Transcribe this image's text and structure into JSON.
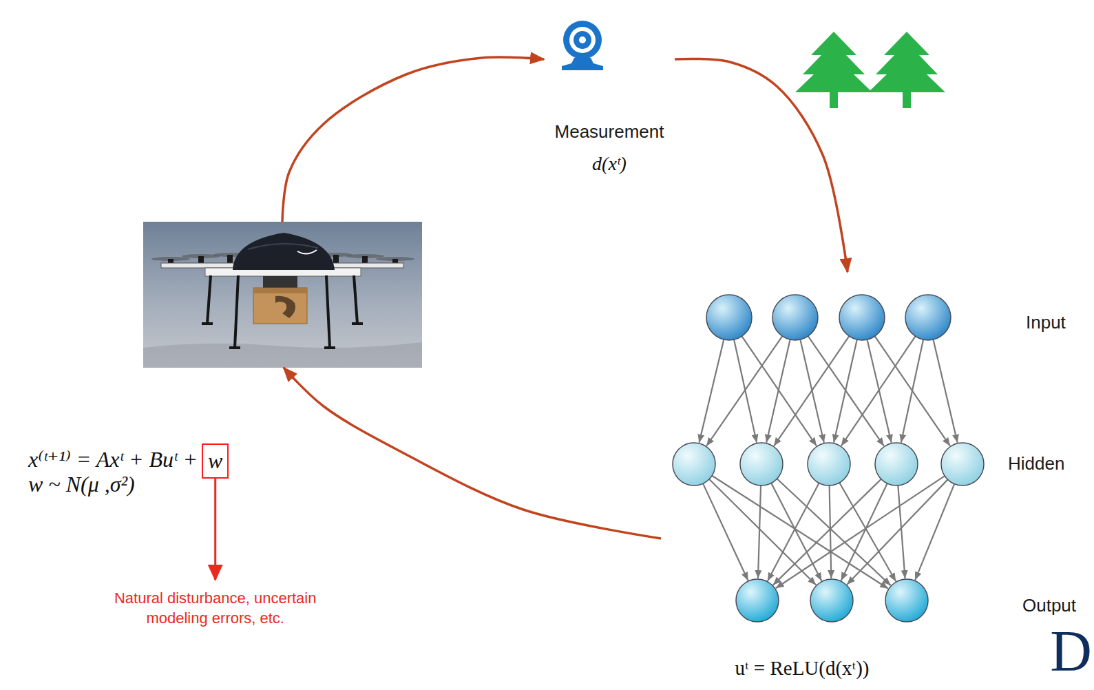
{
  "diagram": {
    "nodes": [
      {
        "text": [
          "Measurement",
          "d(xᵗ)"
        ]
      },
      {
        "text": []
      },
      {
        "text": [
          "Input",
          "Hidden",
          "Output"
        ]
      }
    ],
    "edges": [
      {
        "from": 1,
        "to": 0,
        "arrow": "to"
      },
      {
        "from": 0,
        "to": 2,
        "arrow": "to"
      },
      {
        "from": 2,
        "to": 1,
        "arrow": "to"
      }
    ],
    "labels": [
      "x⁽ᵗ⁺¹⁾ = Axᵗ + Buᵗ +",
      "w",
      "w ~ N(μ ,σ²)",
      "Natural disturbance, uncertain modeling errors, etc.",
      "uᵗ = ReLU(d(xᵗ))",
      "D"
    ]
  }
}
